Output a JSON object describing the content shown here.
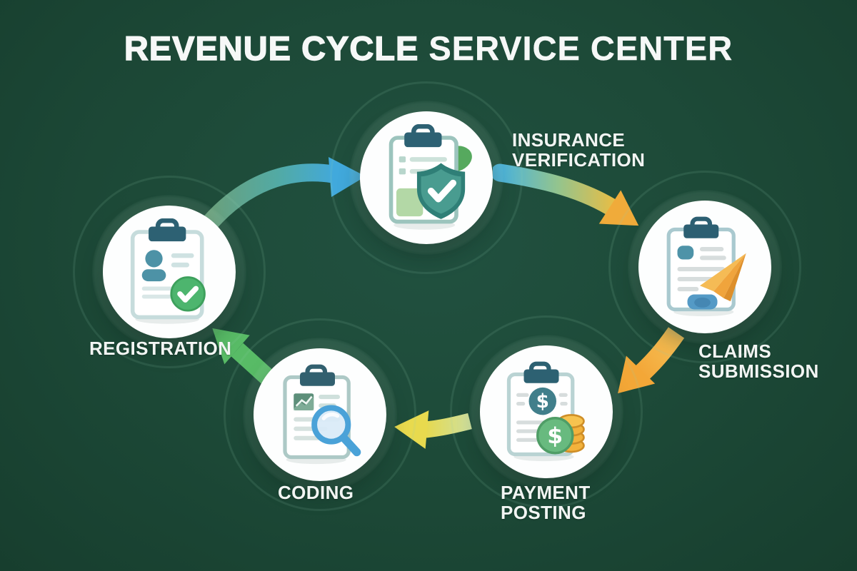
{
  "title": {
    "part1": "REVENUE CYCLE",
    "part2": "SERVICE CENTER"
  },
  "nodes": [
    {
      "id": "registration",
      "lines": [
        "REGISTRATION"
      ],
      "icon": "clipboard-user-check-icon"
    },
    {
      "id": "insurance-verification",
      "lines": [
        "INSURANCE",
        "VERIFICATION"
      ],
      "icon": "clipboard-shield-check-icon"
    },
    {
      "id": "claims-submission",
      "lines": [
        "CLAIMS",
        "SUBMISSION"
      ],
      "icon": "clipboard-paper-plane-icon"
    },
    {
      "id": "payment-posting",
      "lines": [
        "PAYMENT",
        "POSTING"
      ],
      "icon": "clipboard-dollar-coins-icon"
    },
    {
      "id": "coding",
      "lines": [
        "CODING"
      ],
      "icon": "clipboard-magnifier-icon"
    }
  ],
  "arrows": [
    {
      "from": "registration",
      "to": "insurance-verification",
      "gradient": [
        "#6aa07c",
        "#43a9d8"
      ]
    },
    {
      "from": "insurance-verification",
      "to": "claims-submission",
      "gradient": [
        "#4ab3dc",
        "#e9bd44"
      ]
    },
    {
      "from": "claims-submission",
      "to": "payment-posting",
      "gradient": [
        "#f7c258",
        "#f2a435"
      ]
    },
    {
      "from": "payment-posting",
      "to": "coding",
      "gradient": [
        "#cfe09e",
        "#e6d94f"
      ]
    },
    {
      "from": "coding",
      "to": "registration",
      "gradient": [
        "#58bb66",
        "#58bb66"
      ]
    }
  ],
  "colors": {
    "background": "#1c4a38",
    "node_circle": "#fdfefe",
    "label_text": "#f2f5f3",
    "title_text": "#f6f8f7",
    "clipboard_clip": "#2d6173",
    "accent_teal": "#4d92a6",
    "accent_green": "#4db56e",
    "accent_blue": "#4aa2d8",
    "accent_orange": "#f0a43c",
    "accent_gold": "#f2b23c"
  }
}
